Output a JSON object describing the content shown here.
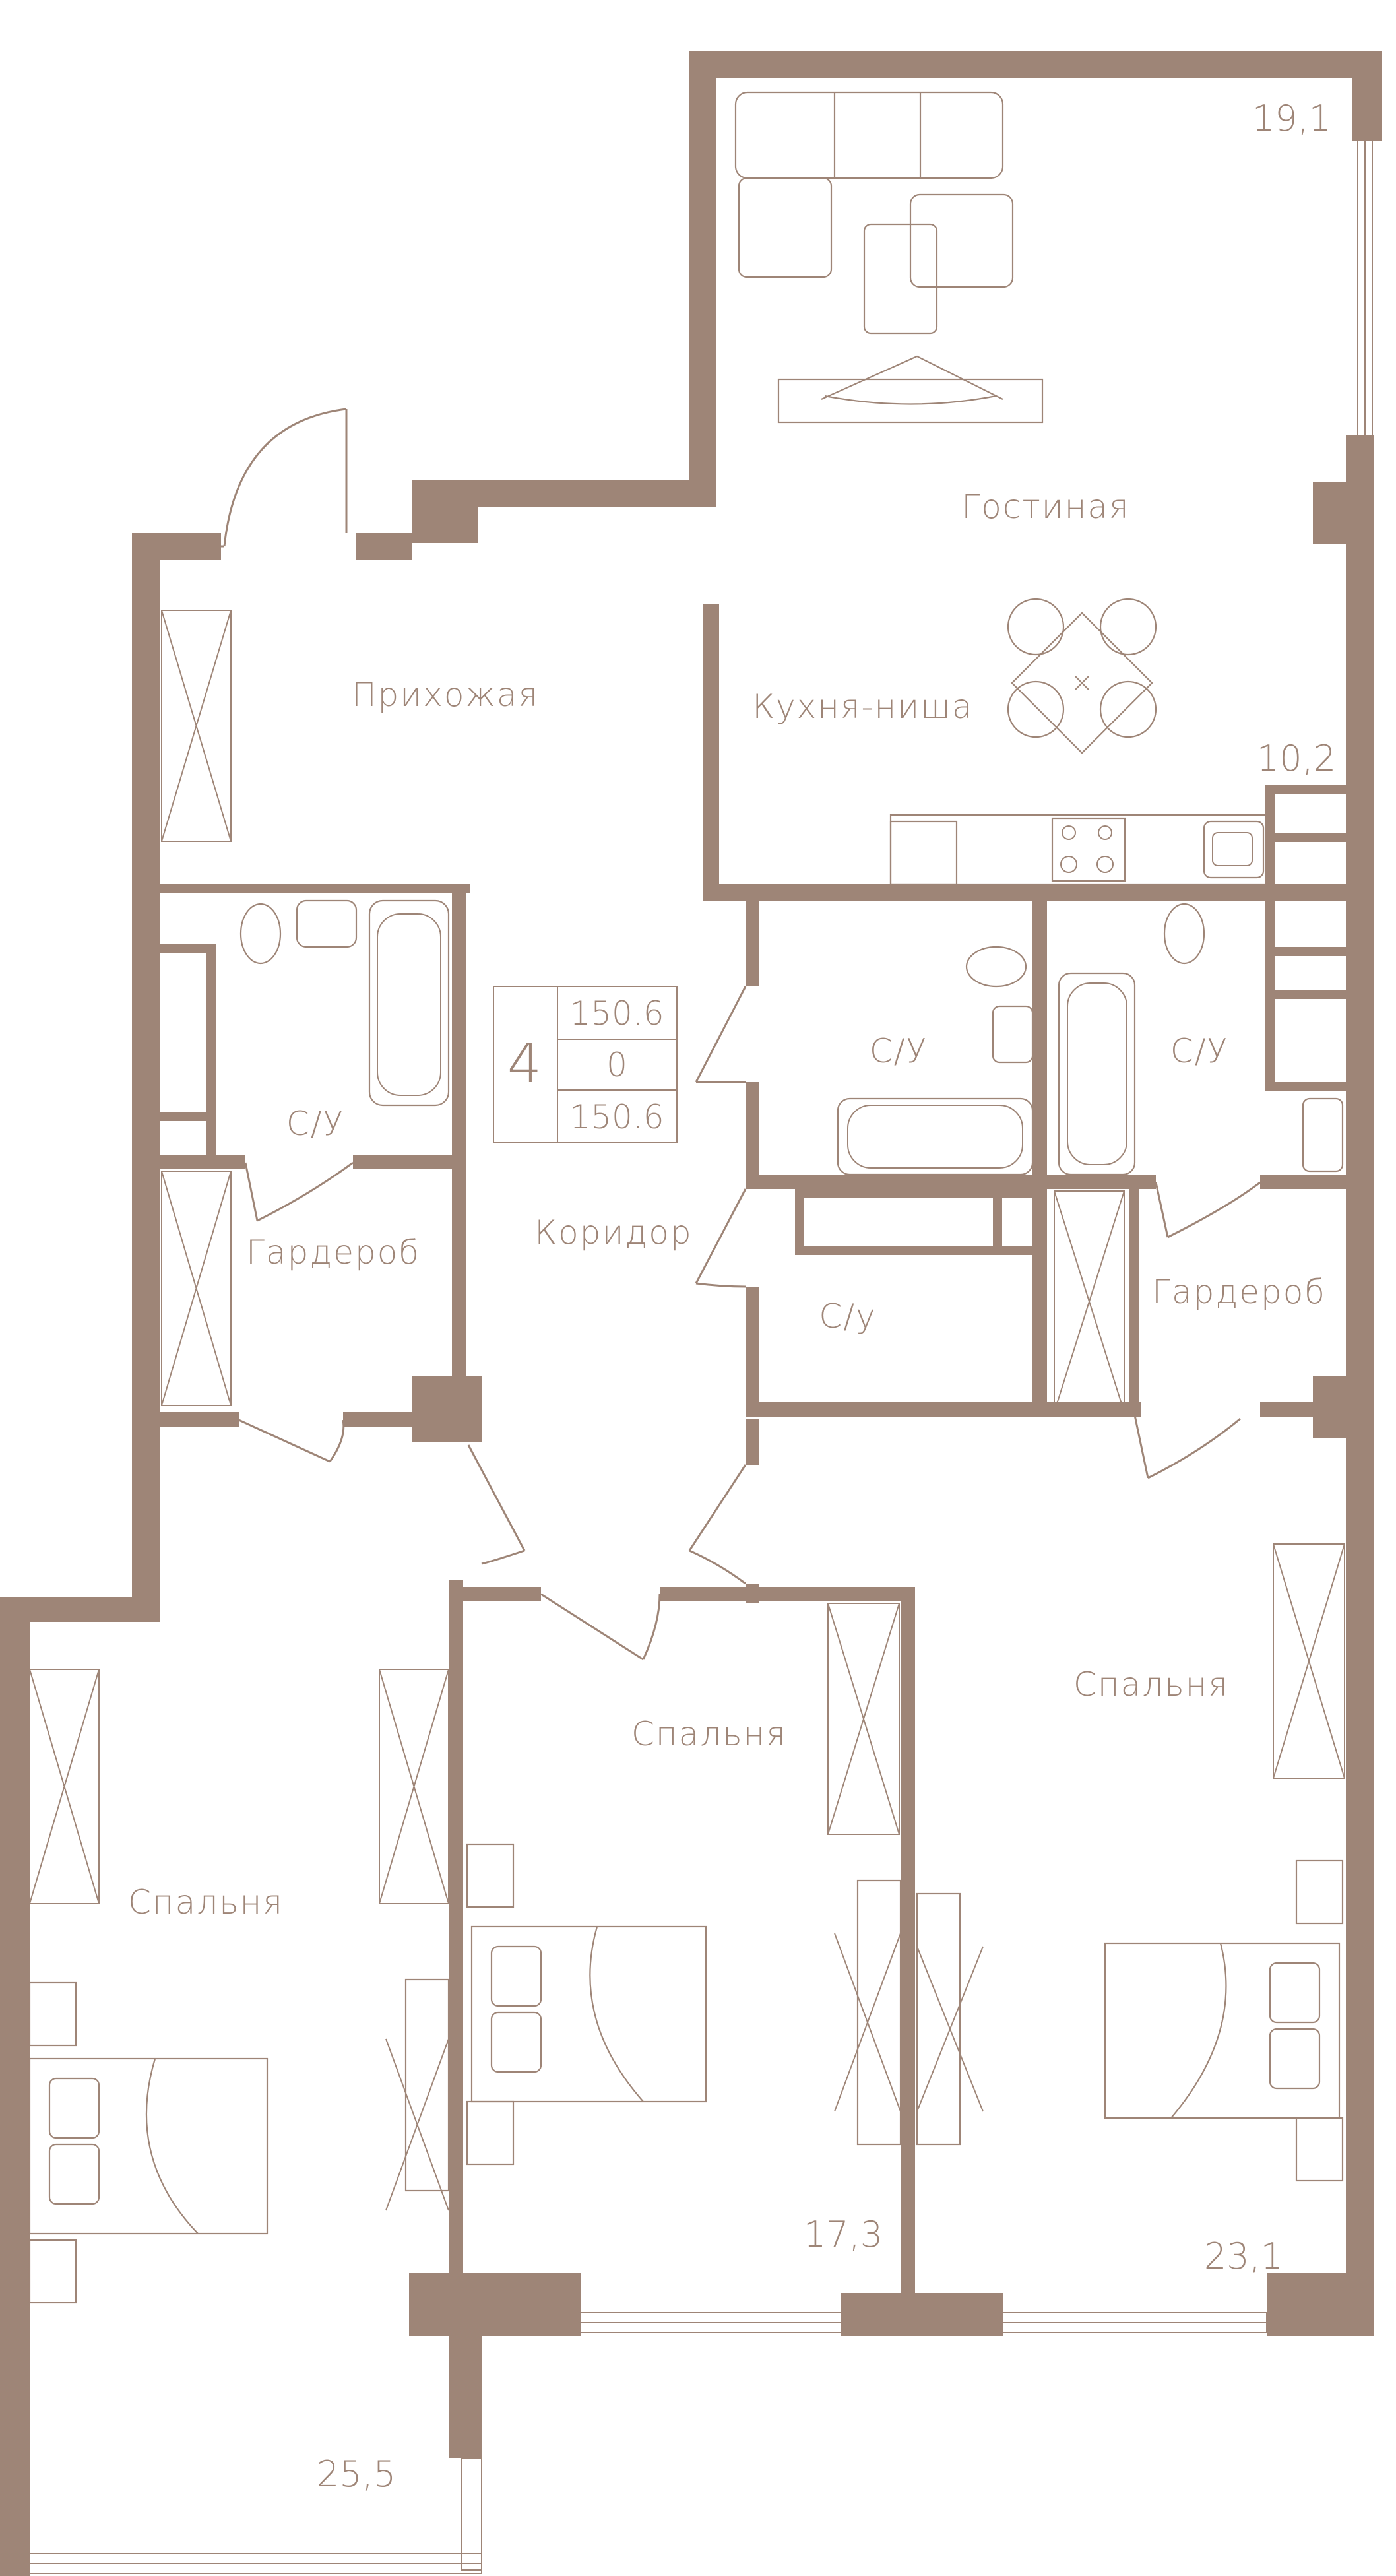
{
  "rooms": [
    {
      "id": "living",
      "name": "Гостиная"
    },
    {
      "id": "kitchen",
      "name": "Кухня-ниша"
    },
    {
      "id": "hall",
      "name": "Прихожая"
    },
    {
      "id": "corridor",
      "name": "Коридор"
    },
    {
      "id": "bath-left",
      "name": "С/У"
    },
    {
      "id": "bath-mid",
      "name": "С/У"
    },
    {
      "id": "bath-right",
      "name": "С/У"
    },
    {
      "id": "bath-small",
      "name": "С/у"
    },
    {
      "id": "wardrobe-left",
      "name": "Гардероб"
    },
    {
      "id": "wardrobe-right",
      "name": "Гардероб"
    },
    {
      "id": "bedroom-left",
      "name": "Спальня"
    },
    {
      "id": "bedroom-mid",
      "name": "Спальня"
    },
    {
      "id": "bedroom-right",
      "name": "Спальня"
    }
  ],
  "areas": {
    "living": "19,1",
    "kitchen": "10,2",
    "bedroom_mid": "17,3",
    "bedroom_right": "23,1",
    "bedroom_left": "25,5"
  },
  "info_box": {
    "rooms_count": "4",
    "total_area": "150.6",
    "balcony_area": "0",
    "living_area": "150.6"
  },
  "colors": {
    "wall": "#9e8577",
    "background": "#ffffff"
  }
}
